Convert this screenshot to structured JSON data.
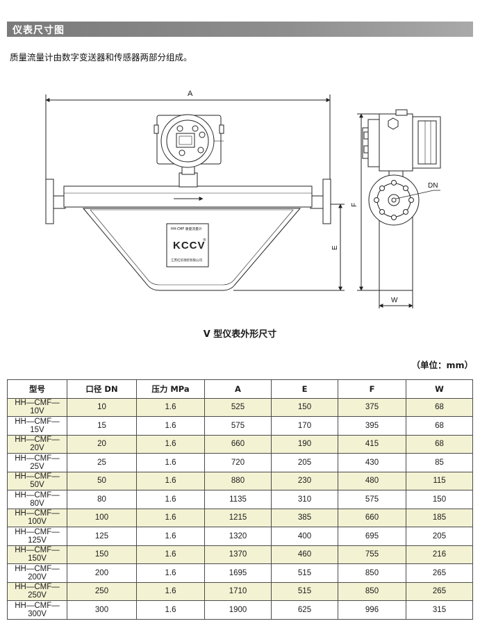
{
  "section": {
    "title": "仪表尺寸图"
  },
  "intro": "质量流量计由数字变送器和传感器两部分组成。",
  "drawing": {
    "dim_labels": {
      "a": "A",
      "e": "E",
      "f": "F",
      "w": "W",
      "dn": "DN"
    },
    "nameplate": {
      "line1": "HH-CMF 质量流量计",
      "logo": "KCCV",
      "reg": "®",
      "line3": "江苏红华测控有限公司"
    }
  },
  "caption": "V 型仪表外形尺寸",
  "unit_note": "（单位：mm）",
  "table": {
    "headers": [
      "型号",
      "口径 DN",
      "压力 MPa",
      "A",
      "E",
      "F",
      "W"
    ],
    "rows": [
      [
        "HH—CMF—10V",
        "10",
        "1.6",
        "525",
        "150",
        "375",
        "68"
      ],
      [
        "HH—CMF—15V",
        "15",
        "1.6",
        "575",
        "170",
        "395",
        "68"
      ],
      [
        "HH—CMF—20V",
        "20",
        "1.6",
        "660",
        "190",
        "415",
        "68"
      ],
      [
        "HH—CMF—25V",
        "25",
        "1.6",
        "720",
        "205",
        "430",
        "85"
      ],
      [
        "HH—CMF—50V",
        "50",
        "1.6",
        "880",
        "230",
        "480",
        "115"
      ],
      [
        "HH—CMF—80V",
        "80",
        "1.6",
        "1135",
        "310",
        "575",
        "150"
      ],
      [
        "HH—CMF—100V",
        "100",
        "1.6",
        "1215",
        "385",
        "660",
        "185"
      ],
      [
        "HH—CMF—125V",
        "125",
        "1.6",
        "1320",
        "400",
        "695",
        "205"
      ],
      [
        "HH—CMF—150V",
        "150",
        "1.6",
        "1370",
        "460",
        "755",
        "216"
      ],
      [
        "HH—CMF—200V",
        "200",
        "1.6",
        "1695",
        "515",
        "850",
        "265"
      ],
      [
        "HH—CMF—250V",
        "250",
        "1.6",
        "1710",
        "515",
        "850",
        "265"
      ],
      [
        "HH—CMF—300V",
        "300",
        "1.6",
        "1900",
        "625",
        "996",
        "315"
      ]
    ]
  },
  "colors": {
    "header_bar": "#8e8e8e",
    "row_highlight": "#f3f2d3"
  }
}
